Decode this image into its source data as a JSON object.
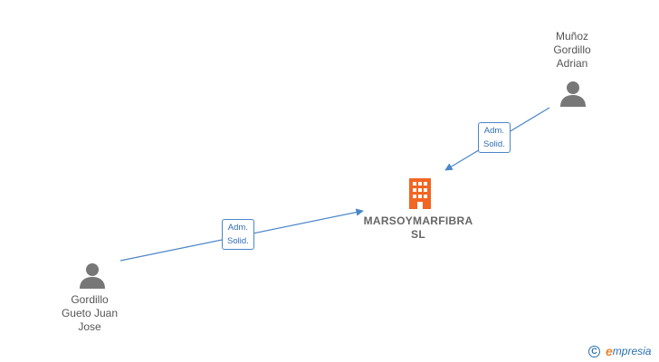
{
  "company": {
    "name_line1": "MARSOYMARFIBRA",
    "name_line2": "SL"
  },
  "persons": [
    {
      "lines": [
        "Muñoz",
        "Gordillo",
        "Adrian"
      ]
    },
    {
      "lines": [
        "Gordillo",
        "Gueto Juan",
        "Jose"
      ]
    }
  ],
  "edges": [
    {
      "from": "Muñoz Gordillo Adrian",
      "to": "MARSOYMARFIBRA SL",
      "label_line1": "Adm.",
      "label_line2": "Solid."
    },
    {
      "from": "Gordillo Gueto Juan Jose",
      "to": "MARSOYMARFIBRA SL",
      "label_line1": "Adm.",
      "label_line2": "Solid."
    }
  ],
  "brand": {
    "copyright_symbol": "C",
    "logo_first": "e",
    "logo_rest": "mpresia"
  },
  "colors": {
    "edge": "#4a86c8",
    "company_icon": "#f26522",
    "person_icon": "#777777",
    "brand_blue": "#2a6fb0",
    "brand_orange": "#e8852c"
  }
}
